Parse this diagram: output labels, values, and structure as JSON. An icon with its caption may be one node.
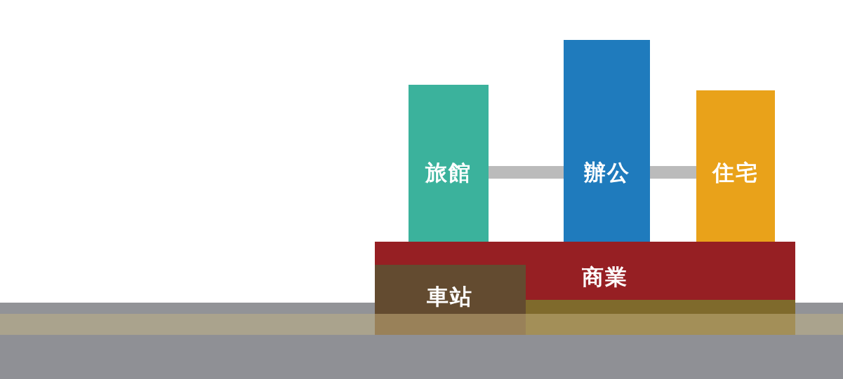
{
  "diagram": {
    "nodes": [
      {
        "text": [
          "旅館"
        ]
      },
      {
        "text": [
          "辦公"
        ]
      },
      {
        "text": [
          "住宅"
        ]
      },
      {
        "text": [
          "商業"
        ]
      },
      {
        "text": [
          "車站"
        ],
        "in": 3
      }
    ],
    "edges": [
      {
        "from": 0,
        "to": 1,
        "arrow": "none"
      },
      {
        "from": 1,
        "to": 2,
        "arrow": "none"
      }
    ]
  }
}
